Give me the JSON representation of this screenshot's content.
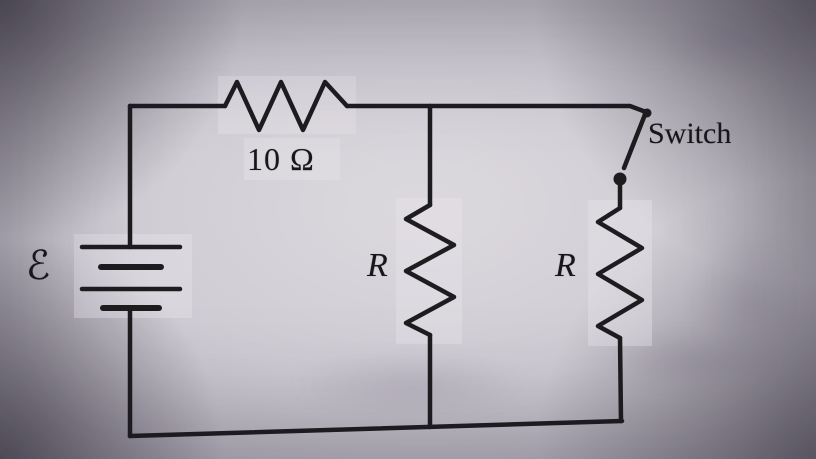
{
  "figure": {
    "type": "circuit-diagram",
    "labels": {
      "emf": "ℰ",
      "series_resistor": "10 Ω",
      "parallel_resistor_1": "R",
      "parallel_resistor_2": "R",
      "switch": "Switch"
    }
  }
}
